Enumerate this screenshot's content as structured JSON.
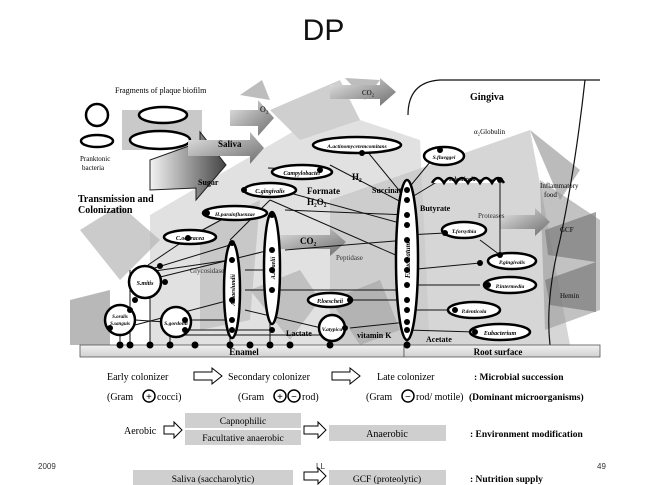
{
  "slide": {
    "title": "DP",
    "footer_left": "2009",
    "footer_center": "LL",
    "page_number": "49"
  },
  "diagram": {
    "plaque_fragments_label": "Fragments of plaque biofilm",
    "planktonic_label_1": "Pranktonic",
    "planktonic_label_2": "bacteria",
    "transmission_label_1": "Transmission and",
    "transmission_label_2": "Colonization",
    "o2": "O₂",
    "co2_top": "CO₂",
    "saliva": "Saliva",
    "sugar": "Sugar",
    "formate": "Formate",
    "h2o2": "H₂O₂",
    "h2": "H₂",
    "succinate": "Succinate",
    "butyrate": "Butyrate",
    "proteases": "Proteases",
    "co2": "CO₂",
    "peptidase": "Peptidase",
    "glycosidases": "Glycosidases",
    "lactate": "Lactate",
    "vitamin_k": "vitamin K",
    "acetate": "Acetate",
    "gingiva": "Gingiva",
    "globulin": "α₂Globulin",
    "inflammatory_food_1": "Inflammatory",
    "inflammatory_food_2": "food",
    "gcf": "GCF",
    "hemin": "Hemin",
    "enamel": "Enamel",
    "root_surface": "Root surface",
    "bacteria": {
      "a_actinomycetemcomitans": "A.actinomycetemcomitans",
      "campylobacter": "Campylobacter",
      "c_gingivalis": "C.gingivalis",
      "h_parainfluenzae": "H.parainfluenzae",
      "c_ochracea": "C.ochracea",
      "s_mitis": "S.mitis",
      "s_oralis": "S.oralis",
      "s_sanguis": "S.sanguis",
      "s_gordonii": "S.gordonii",
      "a_naeslundii": "A.naeslundii",
      "a_israelii": "A.israelii",
      "p_loescheii": "P.loescheii",
      "v_atypica": "V.atypica",
      "f_nucleatum": "F.nucleatum",
      "s_flueggei": "S.flueggei",
      "t_denticola": "T.denticola",
      "t_forsythia": "T.forsythia",
      "p_gingivalis": "P.gingivalis",
      "p_intermedia": "P.intermedia",
      "p_denticola": "P.denticola",
      "eubacterium": "Eubacterium"
    }
  },
  "legend": {
    "early_colonizer": "Early colonizer",
    "secondary_colonizer": "Secondary colonizer",
    "late_colonizer": "Late colonizer",
    "microbial_succession": ": Microbial succession",
    "gram_cocci": "cocci)",
    "gram_rod_secondary": "rod)",
    "gram_rod_late": "rod/ motile)",
    "gram_open": "(Gram",
    "dominant_microorganisms": "(Dominant microorganisms)",
    "aerobic": "Aerobic",
    "capnophilic": "Capnophilic",
    "facultative_anaerobic": "Facultative anaerobic",
    "anaerobic": "Anaerobic",
    "environment_modification": ": Environment modification",
    "saliva_saccharolytic": "Saliva (saccharolytic)",
    "gcf_proteolytic": "GCF (proteolytic)",
    "nutrition_supply": ": Nutrition supply"
  }
}
